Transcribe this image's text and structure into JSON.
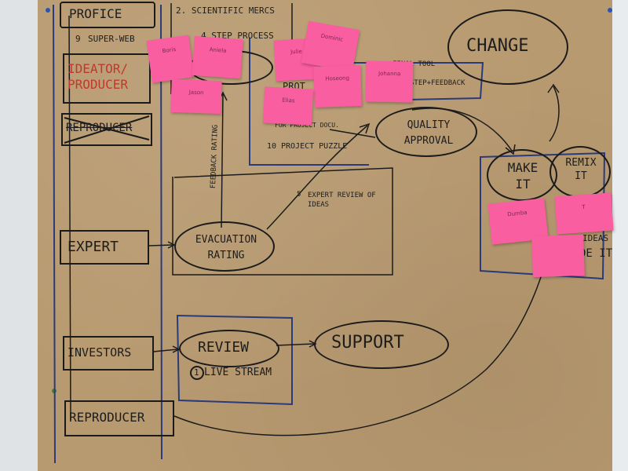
{
  "roles": {
    "profile": "PROFICE",
    "super_web": "SUPER-WEB",
    "super_web_number": "9",
    "ideator_producer": "IDEATOR/ PRODUCER",
    "reproducer_crossed": "REPRODUCER",
    "expert": "EXPERT",
    "investors": "INVESTORS",
    "reproducer": "REPRODUCER"
  },
  "top": {
    "scientific": "2. SCIENTIFIC MERCS",
    "step_process": "4 STEP PROCESS",
    "prototype": "PROT",
    "final_tool": "FINAL TOOL",
    "step_feedback": "STEP+FEEDBACK",
    "project_docu": "FOR PROJECT DOCU.",
    "project_puzzle": "PROJECT PUZZLE",
    "project_puzzle_number": "10",
    "change": "CHANGE"
  },
  "middle": {
    "feedback_rating": "FEEDBACK RATING",
    "quality_approval": "QUALITY APPROVAL",
    "expert_review": "EXPERT REVIEW OF IDEAS",
    "expert_review_number": "5",
    "evaluation_rating": "EVACUATION RATING"
  },
  "bottom": {
    "review": "REVIEW",
    "live_stream": "LIVE STREAM",
    "live_stream_number": "1",
    "support": "SUPPORT"
  },
  "right": {
    "make_it": "MAKE IT",
    "remix_it": "REMIX IT",
    "ideas": "IDEAS",
    "made_it": "DE IT"
  },
  "sticky_notes": {
    "note1": "Boris",
    "note2": "Aniela",
    "note3": "Julie",
    "note4": "Dominic",
    "note5": "Jason",
    "note6": "Elias",
    "note7": "Hoseong",
    "note8": "Johanna",
    "note9": "Dumba",
    "note10": "T"
  },
  "colors": {
    "paper": "#b89a70",
    "sticky": "#f95ea0",
    "marker": "#1b1b1b",
    "blue_marker": "#2b3a7a",
    "red_marker": "#c0392b"
  }
}
